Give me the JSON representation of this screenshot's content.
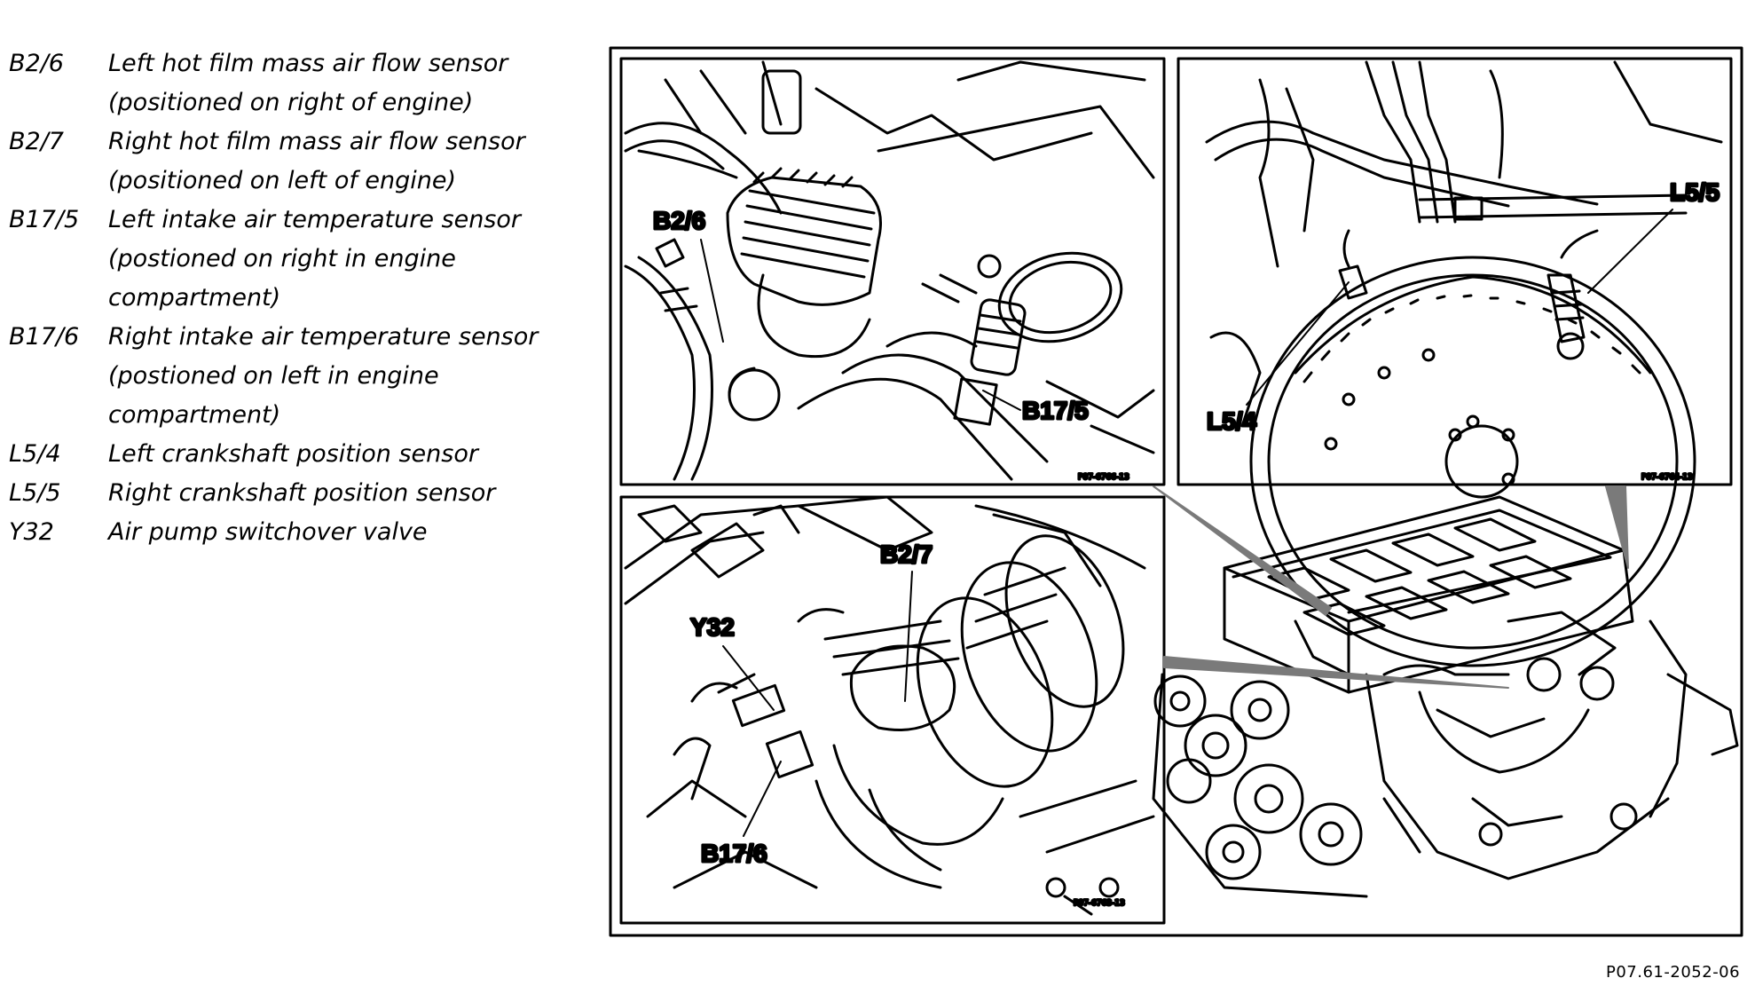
{
  "legend": [
    {
      "code": "B2/6",
      "lines": [
        "Left hot film mass air flow sensor",
        "(positioned on right of engine)"
      ]
    },
    {
      "code": "B2/7",
      "lines": [
        "Right hot film mass air flow sensor",
        "(positioned on left of engine)"
      ]
    },
    {
      "code": "B17/5",
      "lines": [
        "Left intake air temperature sensor",
        "(postioned on right in engine",
        "compartment)"
      ]
    },
    {
      "code": "B17/6",
      "lines": [
        "Right intake air temperature sensor",
        "(postioned on left in engine",
        "compartment)"
      ]
    },
    {
      "code": "L5/4",
      "lines": [
        "Left crankshaft position sensor"
      ]
    },
    {
      "code": "L5/5",
      "lines": [
        "Right crankshaft position sensor"
      ]
    },
    {
      "code": "Y32",
      "lines": [
        "Air pump switchover valve"
      ]
    }
  ],
  "callouts": {
    "b2_6": "B2/6",
    "b17_5": "B17/5",
    "l5_5": "L5/5",
    "l5_4": "L5/4",
    "b2_7": "B2/7",
    "y32": "Y32",
    "b17_6": "B17/6"
  },
  "panel_ids": {
    "top_left": "P07-6766-13",
    "top_right": "P07-6764-13",
    "bottom_left": "P07-6763-13"
  },
  "figure_id": "P07.61-2052-06",
  "colors": {
    "ink": "#000000",
    "paper": "#ffffff",
    "shade": "#7a7a7a"
  }
}
